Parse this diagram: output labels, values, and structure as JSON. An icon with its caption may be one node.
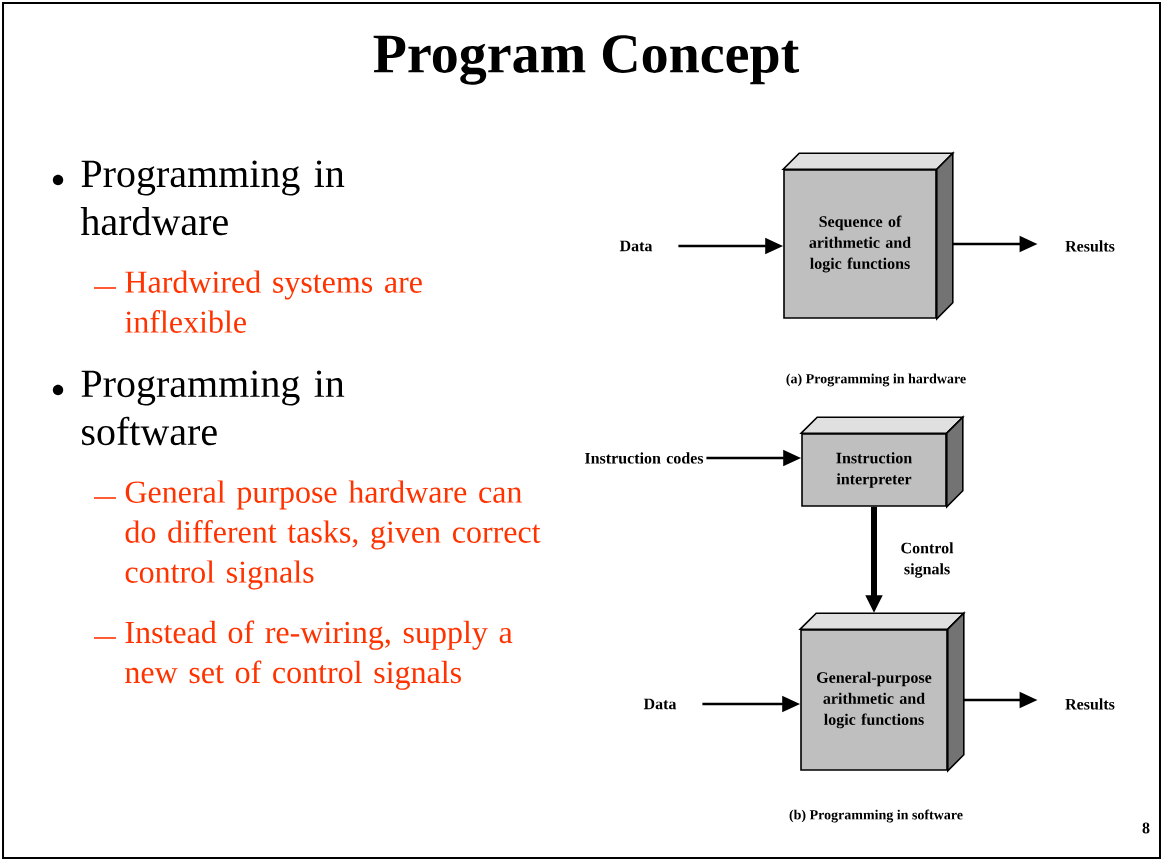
{
  "diagram": {
    "title": "Program Concept",
    "nodes": [
      {
        "text": [
          "Data"
        ]
      },
      {
        "text": [
          "Sequence of arithmetic and logic functions"
        ]
      },
      {
        "text": [
          "Results"
        ]
      },
      {
        "text": [
          "Instruction codes"
        ]
      },
      {
        "text": [
          "Instruction interpreter"
        ]
      },
      {
        "text": [
          "General-purpose arithmetic and logic functions"
        ]
      },
      {
        "text": [
          "Data"
        ]
      },
      {
        "text": [
          "Results"
        ]
      }
    ],
    "edges": [
      {
        "from": 0,
        "to": 1,
        "arrow": "to"
      },
      {
        "from": 1,
        "to": 2,
        "arrow": "to"
      },
      {
        "from": 3,
        "to": 4,
        "arrow": "to"
      },
      {
        "from": 4,
        "to": 5,
        "arrow": "to",
        "label": "Control signals",
        "style": "thick"
      },
      {
        "from": 6,
        "to": 5,
        "arrow": "to"
      },
      {
        "from": 5,
        "to": 7,
        "arrow": "to"
      }
    ],
    "labels": [
      "Programming in hardware",
      "Hardwired systems are inflexible",
      "Programming in software",
      "General purpose hardware can do different tasks, given correct control signals",
      "Instead of re-wiring, supply a new set of control signals",
      "(a) Programming in hardware",
      "(b) Programming in software",
      "8"
    ]
  }
}
